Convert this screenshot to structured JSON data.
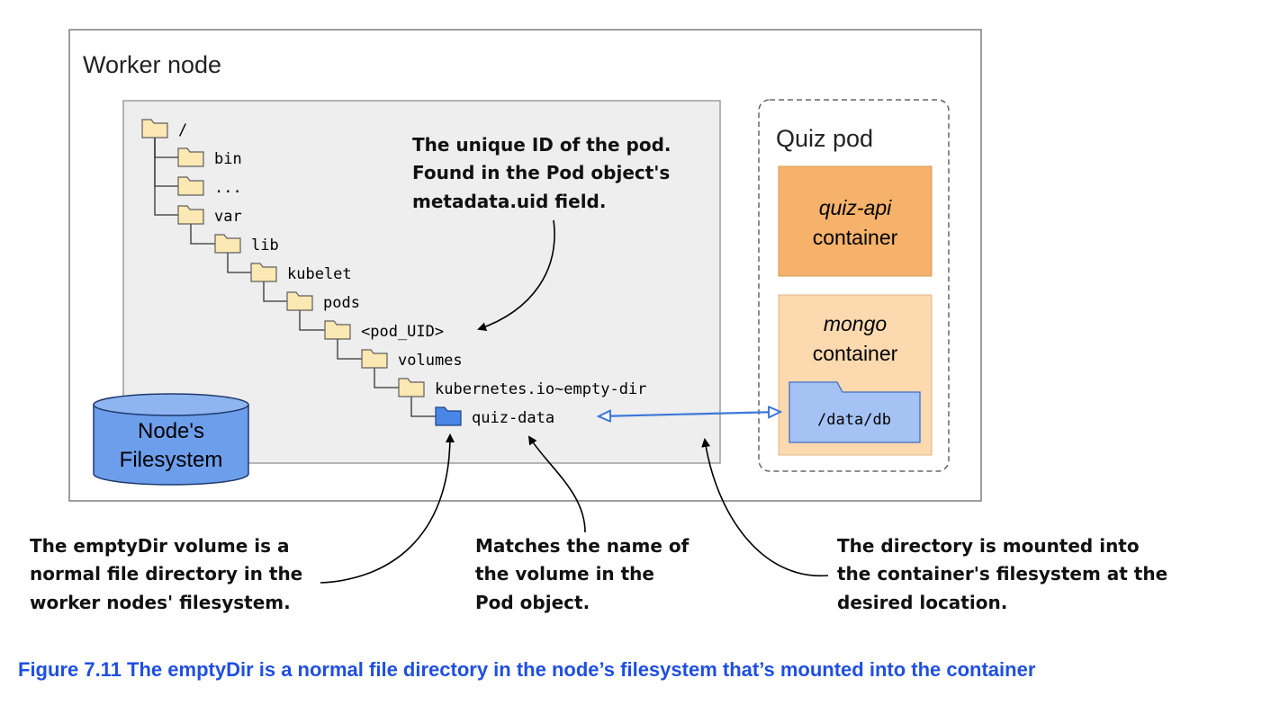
{
  "worker_node": {
    "title": "Worker node"
  },
  "node_filesystem": {
    "line1": "Node's",
    "line2": "Filesystem"
  },
  "tree": [
    "/",
    "bin",
    "...",
    "var",
    "lib",
    "kubelet",
    "pods",
    "<pod_UID>",
    "volumes",
    "kubernetes.io~empty-dir",
    "quiz-data"
  ],
  "pod_uid_note": [
    "The unique ID of the pod.",
    "Found in the Pod object's",
    "metadata.uid field."
  ],
  "quiz_pod": {
    "title": "Quiz pod",
    "api_container": {
      "name": "quiz-api",
      "label": "container"
    },
    "mongo_container": {
      "name": "mongo",
      "label": "container",
      "mount_path": "/data/db"
    }
  },
  "callouts": {
    "emptydir": [
      "The emptyDir volume is a",
      "normal file directory in the",
      "worker nodes' filesystem."
    ],
    "name_match": [
      "Matches the name of",
      "the volume in the",
      "Pod object."
    ],
    "mount": [
      "The directory is mounted into",
      "the container's filesystem at the",
      "desired location."
    ]
  },
  "caption": "Figure 7.11 The emptyDir is a normal file directory in the node’s filesystem that’s mounted into the container",
  "colors": {
    "folder_yellow": "#fce8b2",
    "folder_blue": "#4a86e8",
    "api_container": "#f6b26b",
    "mongo_container": "#fdd9b0",
    "mount_folder": "#a4c2f4",
    "arrow_blue": "#3c78d8",
    "caption_blue": "#1f4fe0"
  }
}
